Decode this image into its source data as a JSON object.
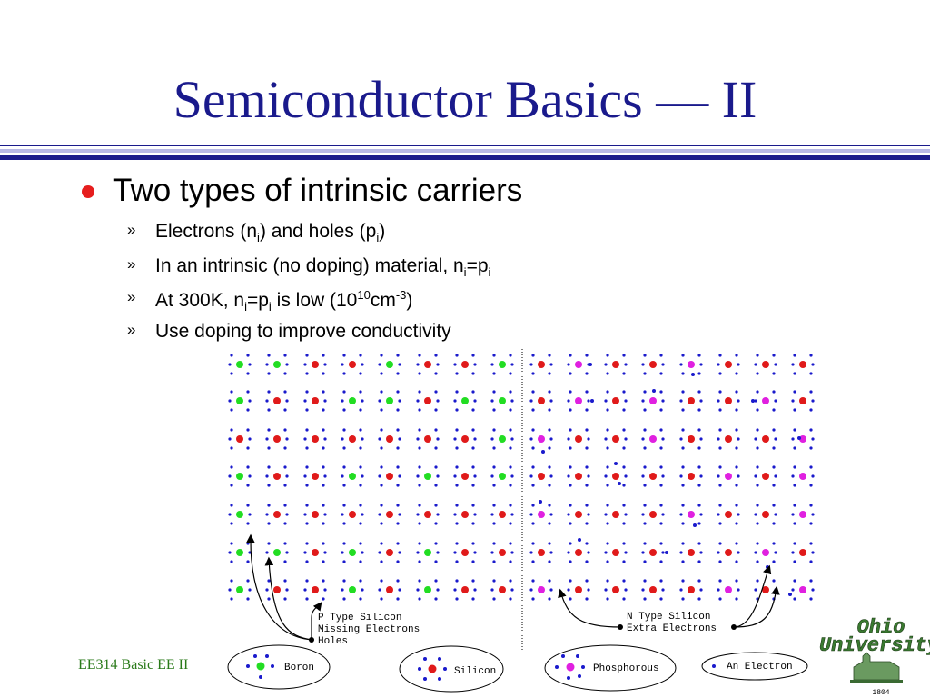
{
  "slide": {
    "title": "Semiconductor Basics — II",
    "footer": "EE314 Basic EE II"
  },
  "bullets": {
    "main": "Two types of intrinsic carriers",
    "sub": [
      {
        "parts": [
          "Electrons (n",
          "i",
          ") and holes (p",
          "i",
          ")"
        ]
      },
      {
        "parts": [
          "In an intrinsic (no doping) material, n",
          "i",
          "=p",
          "i"
        ]
      },
      {
        "parts": [
          "At 300K, n",
          "i",
          "=p",
          "i",
          " is low (10",
          "10",
          "cm",
          "-3",
          ")"
        ]
      },
      {
        "parts": [
          "Use doping to improve conductivity"
        ]
      }
    ],
    "sub_marker": "»"
  },
  "diagram": {
    "p_label": [
      "P Type Silicon",
      "Missing Electrons",
      "Holes"
    ],
    "n_label": [
      "N Type Silicon",
      "Extra Electrons"
    ],
    "legend": [
      "Boron",
      "Silicon",
      "Phosphorous",
      "An Electron"
    ],
    "colors": {
      "boron": "#22dd22",
      "silicon": "#e01a1a",
      "phosphorous": "#e020e0",
      "electron": "#1a1acc"
    }
  },
  "logo": {
    "text": [
      "Ohio",
      "University"
    ],
    "year": "1804"
  }
}
